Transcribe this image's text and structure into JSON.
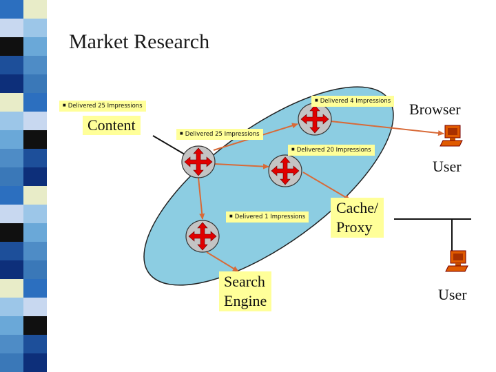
{
  "title": "Market Research",
  "labels": {
    "content": "Content",
    "browser": "Browser",
    "user_top": "User",
    "user_bottom": "User",
    "cache_line1": "Cache/",
    "cache_line2": "Proxy",
    "search_line1": "Search",
    "search_line2": "Engine"
  },
  "tags": {
    "content_impressions": "Delivered 25 Impressions",
    "browser_impressions": "Delivered 4 Impressions",
    "router_impressions": "Delivered 25 Impressions",
    "cache_impressions": "Delivered 20 Impressions",
    "search_impressions": "Delivered 1 Impressions"
  },
  "colors": {
    "cloud": "#8ccde2",
    "router": "#e00000",
    "arrow": "#d86a38",
    "computer": "#e05a00",
    "highlight": "#ffff99"
  }
}
